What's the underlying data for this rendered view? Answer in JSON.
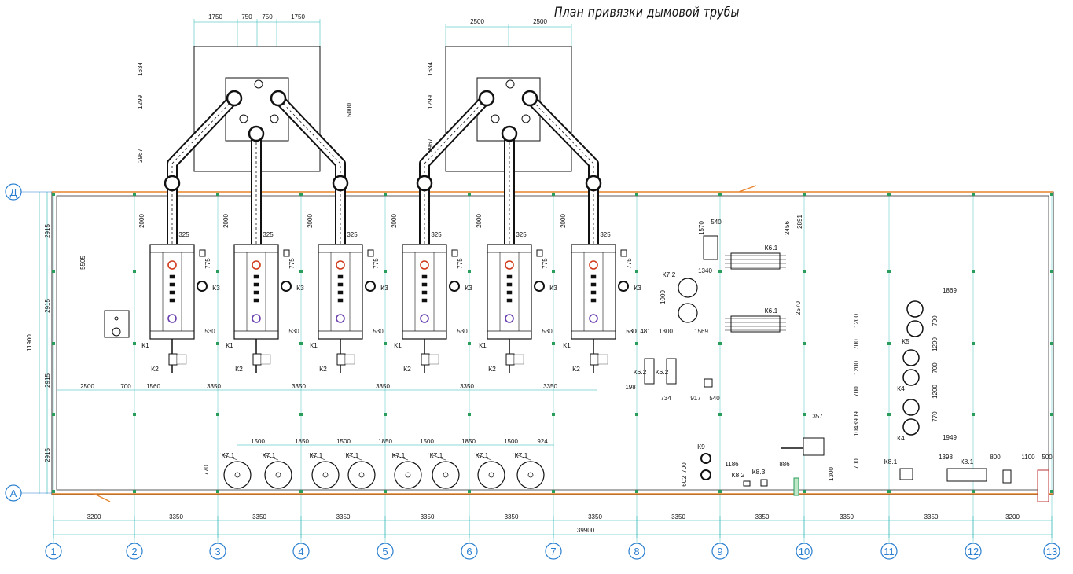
{
  "title": "План привязки дымовой трубы",
  "axes": {
    "columns": [
      "1",
      "2",
      "3",
      "4",
      "5",
      "6",
      "7",
      "8",
      "9",
      "10",
      "11",
      "12",
      "13"
    ],
    "rows": [
      "Д",
      "А"
    ]
  },
  "dimensions": {
    "bottom_spans": [
      "3200",
      "3350",
      "3350",
      "3350",
      "3350",
      "3350",
      "3350",
      "3350",
      "3350",
      "3350",
      "3350",
      "3200"
    ],
    "total_length": "39900",
    "left_vertical": [
      "2915",
      "2915",
      "2915",
      "2915"
    ],
    "total_height": "11900",
    "chimney1_top": [
      "1750",
      "750",
      "750",
      "1750"
    ],
    "chimney2_top": [
      "2500",
      "2500"
    ],
    "chimney_left": [
      "1634",
      "1299",
      "2967"
    ],
    "chimney1_height": "5000",
    "boiler_offsets": [
      "2000",
      "2000",
      "2000",
      "2000",
      "2000",
      "2000"
    ],
    "boiler_side": [
      "325",
      "775",
      "530"
    ],
    "row_mid": [
      "2500",
      "700",
      "1560",
      "3350",
      "3350",
      "3350",
      "3350",
      "3350"
    ],
    "k7_spacings": [
      "1500",
      "1850",
      "1500",
      "1850",
      "1500",
      "1850",
      "1500",
      "924"
    ],
    "misc": [
      "5505",
      "770",
      "1570",
      "540",
      "1340",
      "1000",
      "2456",
      "2891",
      "2570",
      "530",
      "481",
      "1300",
      "1569",
      "198",
      "734",
      "917",
      "540",
      "357",
      "1186",
      "886",
      "1300",
      "602",
      "700",
      "1043",
      "909",
      "770",
      "1200",
      "700",
      "1200",
      "700",
      "1869",
      "700",
      "1200",
      "700",
      "1200",
      "700",
      "770",
      "1949",
      "1398",
      "800",
      "1100",
      "500"
    ]
  },
  "equipment_labels": {
    "k1": "К1",
    "k2": "К2",
    "k3": "К3",
    "k4": "К4",
    "k5": "К5",
    "k61": "К6.1",
    "k62": "К6.2",
    "k71": "К7.1",
    "k72": "К7.2",
    "k81": "К8.1",
    "k82": "К8.2",
    "k83": "К8.3",
    "k9": "К9"
  },
  "colors": {
    "dimension_line": "#21b3b3",
    "axis_bubble": "#2a7fd0",
    "wall_orange": "#e8842c",
    "flue_fill": "#ffffff",
    "equipment": "#111111",
    "hot_outlet": "#d03a1a",
    "cold_inlet": "#6a3fb0"
  }
}
